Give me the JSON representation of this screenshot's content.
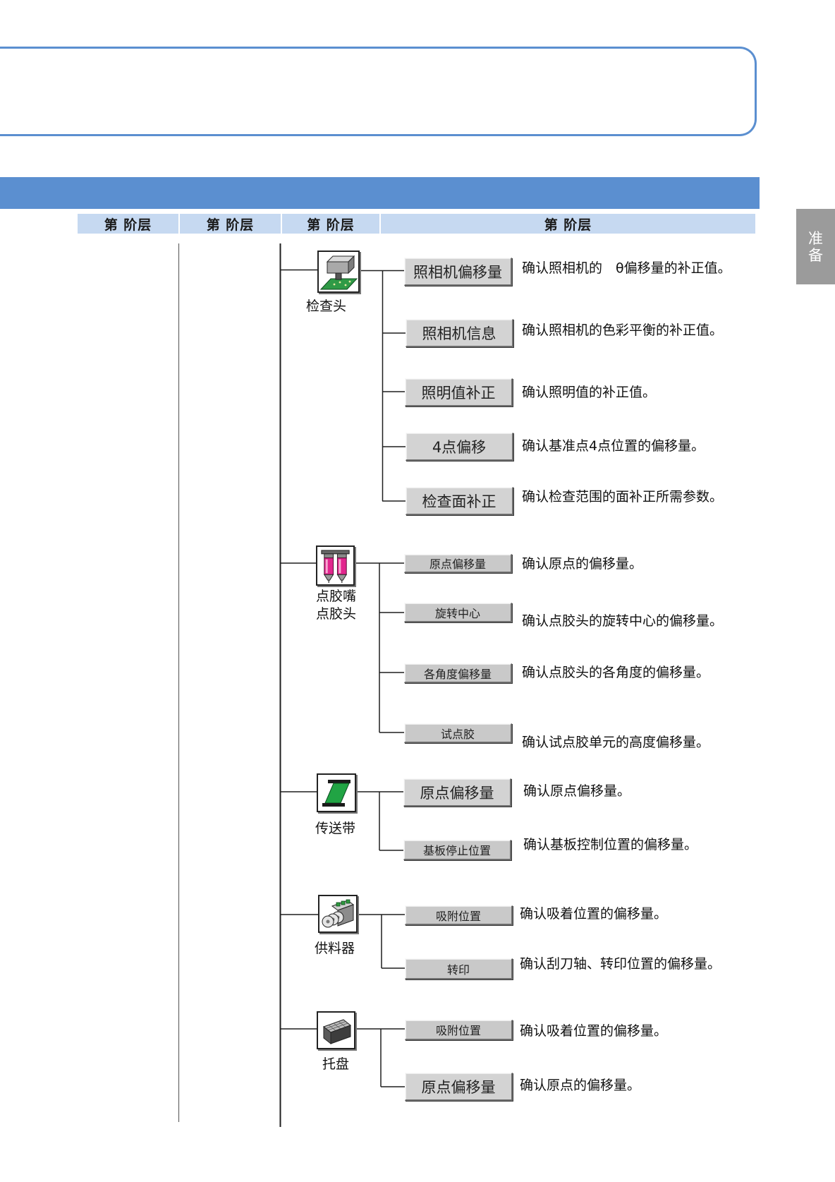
{
  "header": {
    "columns": [
      "第 阶层",
      "第 阶层",
      "第 阶层",
      "第 阶层"
    ]
  },
  "side_tab": {
    "chars": [
      "准",
      "备"
    ]
  },
  "tree": [
    {
      "icon": "inspection-head-icon",
      "label": [
        "检查头"
      ],
      "items": [
        {
          "button": "照相机偏移量",
          "description": "确认照相机的　θ偏移量的补正值。"
        },
        {
          "button": "照相机信息",
          "description": "确认照相机的色彩平衡的补正值。"
        },
        {
          "button": "照明值补正",
          "description": "确认照明值的补正值。"
        },
        {
          "button": "4点偏移",
          "description": "确认基准点4点位置的偏移量。"
        },
        {
          "button": "检查面补正",
          "description": "确认检查范围的面补正所需参数。"
        }
      ]
    },
    {
      "icon": "dispenser-head-icon",
      "label": [
        "点胶嘴",
        "点胶头"
      ],
      "items": [
        {
          "button": "原点偏移量",
          "description": "确认原点的偏移量。"
        },
        {
          "button": "旋转中心",
          "description": "确认点胶头的旋转中心的偏移量。"
        },
        {
          "button": "各角度偏移量",
          "description": "确认点胶头的各角度的偏移量。"
        },
        {
          "button": "试点胶",
          "description": "确认试点胶单元的高度偏移量。"
        }
      ]
    },
    {
      "icon": "conveyor-icon",
      "label": [
        "传送带"
      ],
      "items": [
        {
          "button": "原点偏移量",
          "description": "确认原点偏移量。"
        },
        {
          "button": "基板停止位置",
          "description": "确认基板控制位置的偏移量。"
        }
      ]
    },
    {
      "icon": "feeder-icon",
      "label": [
        "供料器"
      ],
      "items": [
        {
          "button": "吸附位置",
          "description": "确认吸着位置的偏移量。"
        },
        {
          "button": "转印",
          "description": "确认刮刀轴、转印位置的偏移量。"
        }
      ]
    },
    {
      "icon": "tray-icon",
      "label": [
        "托盘"
      ],
      "items": [
        {
          "button": "吸附位置",
          "description": "确认吸着位置的偏移量。"
        },
        {
          "button": "原点偏移量",
          "description": "确认原点的偏移量。"
        }
      ]
    }
  ],
  "colors": {
    "accent_blue": "#5b8fd0",
    "header_band": "#c6d9f1",
    "side_tab": "#9b9b9b",
    "button_face": "#d3d3d3",
    "button_face_small": "#c9c9c9",
    "line": "#1f1f1f"
  }
}
